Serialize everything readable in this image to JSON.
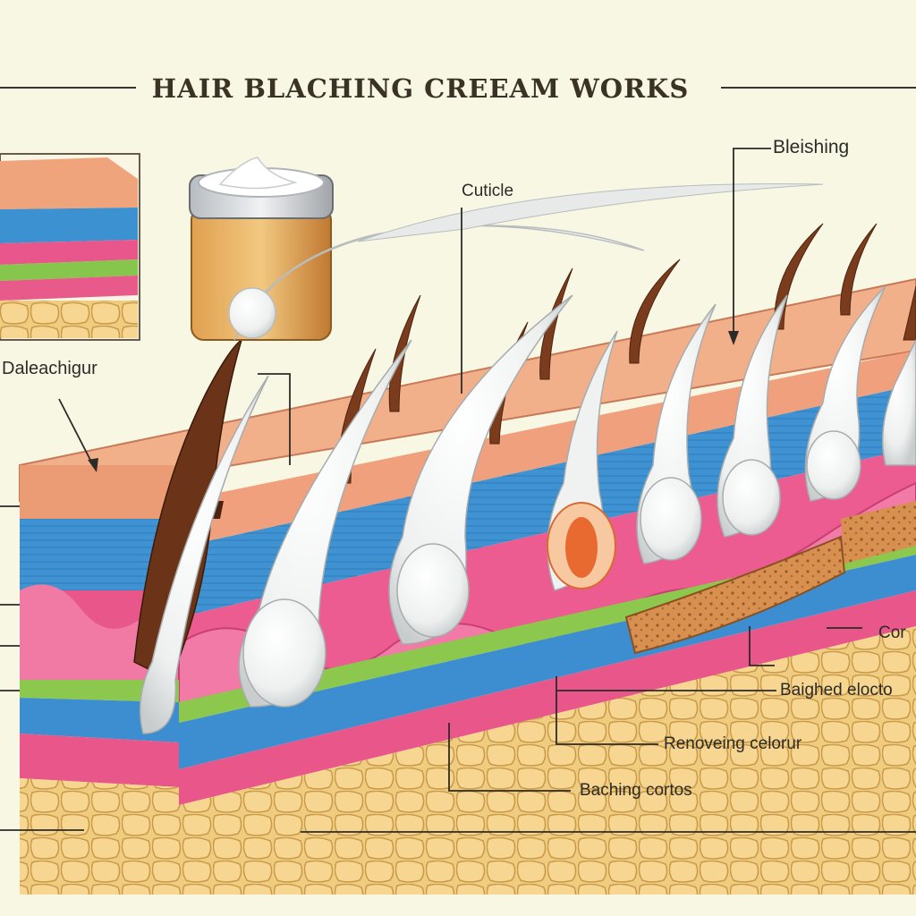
{
  "title": "HAIR BLACHING CREEAM WORKS",
  "labels": {
    "bleishing": "Bleishing",
    "cuticle": "Cuticle",
    "daleachigur": "Daleachigur",
    "cor": "Cor",
    "baighed_electc": "Baighed elocto",
    "renoveing_celorur": "Renoveing celorur",
    "baching_cortos": "Baching cortos"
  },
  "colors": {
    "background": "#f7f7e4",
    "skin_surface": "#f0a880",
    "skin_side": "#e8906a",
    "dermis_blue": "#3a8fd0",
    "tissue_pink": "#e8558a",
    "layer_green": "#8ac850",
    "fat_yellow": "#e8c070",
    "hair_brown": "#6b3418",
    "bleach_cream": "#f2f4f4",
    "jar_gold": "#d89a48"
  }
}
